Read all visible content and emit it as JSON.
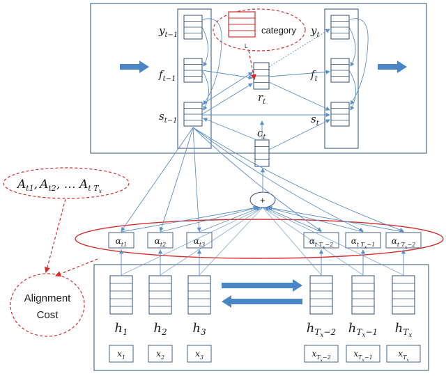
{
  "labels": {
    "y_prev": "y",
    "y_prev_sub": "t−1",
    "f_prev": "f",
    "f_prev_sub": "t−1",
    "s_prev": "s",
    "s_prev_sub": "t−1",
    "y_t": "y",
    "y_t_sub": "t",
    "f_t": "f",
    "f_t_sub": "t",
    "s_t": "s",
    "s_t_sub": "t",
    "r_t": "r",
    "r_t_sub": "t",
    "c_t": "c",
    "c_t_sub": "t",
    "category": "category",
    "category_mark": "L",
    "plus": "+",
    "alignment_line1": "Alignment",
    "alignment_line2": "Cost",
    "A_series": "A",
    "A_sub1": "t1",
    "A_sub2": "t2",
    "A_dots": ", … A",
    "A_subN": "t T",
    "A_subN_x": "x",
    "comma": ","
  },
  "alphas": [
    {
      "main": "α",
      "sub": "t1"
    },
    {
      "main": "α",
      "sub": "t2"
    },
    {
      "main": "α",
      "sub": "t3"
    },
    {
      "main": "α",
      "sub": "t T",
      "subx": "x",
      "tail": "−2"
    },
    {
      "main": "α",
      "sub": "t T",
      "subx": "x",
      "tail": "−1"
    },
    {
      "main": "α",
      "sub": "t T",
      "subx": "x",
      "tail": "−2"
    }
  ],
  "hiddens": [
    {
      "main": "h",
      "sub": "1"
    },
    {
      "main": "h",
      "sub": "2"
    },
    {
      "main": "h",
      "sub": "3"
    },
    {
      "main": "h",
      "sub": "T",
      "subx": "x",
      "tail": "−2"
    },
    {
      "main": "h",
      "sub": "T",
      "subx": "x",
      "tail": "−1"
    },
    {
      "main": "h",
      "sub": "T",
      "subx": "x",
      "tail": ""
    }
  ],
  "inputs": [
    {
      "main": "x",
      "sub": "1"
    },
    {
      "main": "x",
      "sub": "2"
    },
    {
      "main": "x",
      "sub": "3"
    },
    {
      "main": "x",
      "sub": "T",
      "subx": "x",
      "tail": "−2"
    },
    {
      "main": "x",
      "sub": "T",
      "subx": "x",
      "tail": "−1"
    },
    {
      "main": "x",
      "sub": "T",
      "subx": "x",
      "tail": ""
    }
  ],
  "colors": {
    "frame": "#3c5f86",
    "vector": "#2f4f78",
    "connector": "#5b8fc7",
    "arrow_fill": "#4a86c5",
    "highlight": "#d62b2b"
  }
}
